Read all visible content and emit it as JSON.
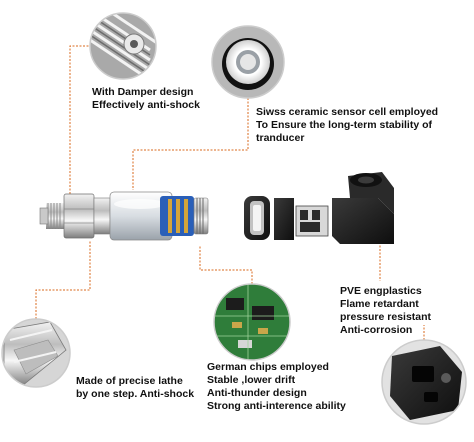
{
  "callouts": {
    "damper": {
      "line1": "With Damper design",
      "line2": "Effectively anti-shock"
    },
    "ceramic": {
      "line1": "Siwss ceramic sensor cell employed",
      "line2": "To Ensure the long-term stability of",
      "line3": "tranducer"
    },
    "plastics": {
      "line1": "PVE engplastics",
      "line2": "Flame retardant",
      "line3": "pressure resistant",
      "line4": "Anti-corrosion"
    },
    "chips": {
      "line1": "German chips employed",
      "line2": "Stable ,lower drift",
      "line3": "Anti-thunder design",
      "line4": "Strong anti-interence ability"
    },
    "lathe": {
      "line1": "Made of precise lathe",
      "line2": "by one step. Anti-shock"
    }
  },
  "colors": {
    "leader_line": "#d9691e",
    "text": "#111111",
    "steel_light": "#e6e6e6",
    "steel_dark": "#8a8a8a",
    "connector_black": "#1a1a1a",
    "pcb_green": "#2f7d3a",
    "board_blue": "#2a5fb8"
  }
}
